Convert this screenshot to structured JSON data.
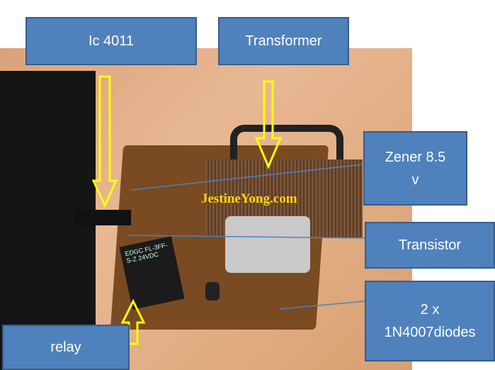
{
  "labels": {
    "ic": "Ic 4011",
    "transformer": "Transformer",
    "zener_line1": "Zener 8.5",
    "zener_line2": "v",
    "transistor": "Transistor",
    "diodes_line1": "2 x",
    "diodes_line2": "1N4007diodes",
    "relay": "relay"
  },
  "watermark": "JestineYong.com",
  "relay_marking": "EDGC FL-3FF-S-Z 24VDC",
  "colors": {
    "label_fill": "#4f81bd",
    "arrow": "#ffff00",
    "leader_line": "#4f81bd"
  }
}
